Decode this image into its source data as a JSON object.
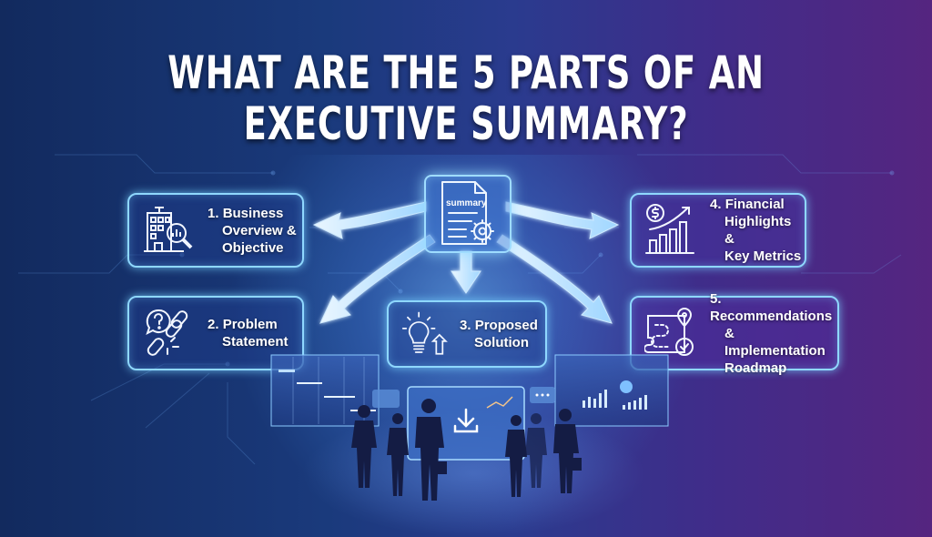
{
  "title": {
    "line1": "WHAT ARE THE 5 PARTS OF AN",
    "line2": "EXECUTIVE SUMMARY?"
  },
  "center_node": {
    "icon": "summary-document-gear-icon",
    "label": "summary"
  },
  "parts": [
    {
      "number": "1.",
      "line1": "Business",
      "line2": "Overview &",
      "line3": "Objective",
      "icon": "building-magnifier-icon"
    },
    {
      "number": "2.",
      "line1": "Problem",
      "line2": "Statement",
      "icon": "question-broken-link-icon"
    },
    {
      "number": "3.",
      "line1": "Proposed",
      "line2": "Solution",
      "icon": "lightbulb-arrow-up-icon"
    },
    {
      "number": "4.",
      "line1": "Financial",
      "line2": "Highlights &",
      "line3": "Key Metrics",
      "icon": "dollar-growth-chart-icon"
    },
    {
      "number": "5.",
      "line1": "Recommendations",
      "line2": "& Implementation",
      "line3": "Roadmap",
      "icon": "roadmap-pin-check-icon"
    }
  ],
  "colors": {
    "bg_left": "#122a5e",
    "bg_right": "#552580",
    "box_border": "#8fd8ff",
    "text": "#ffffff"
  }
}
